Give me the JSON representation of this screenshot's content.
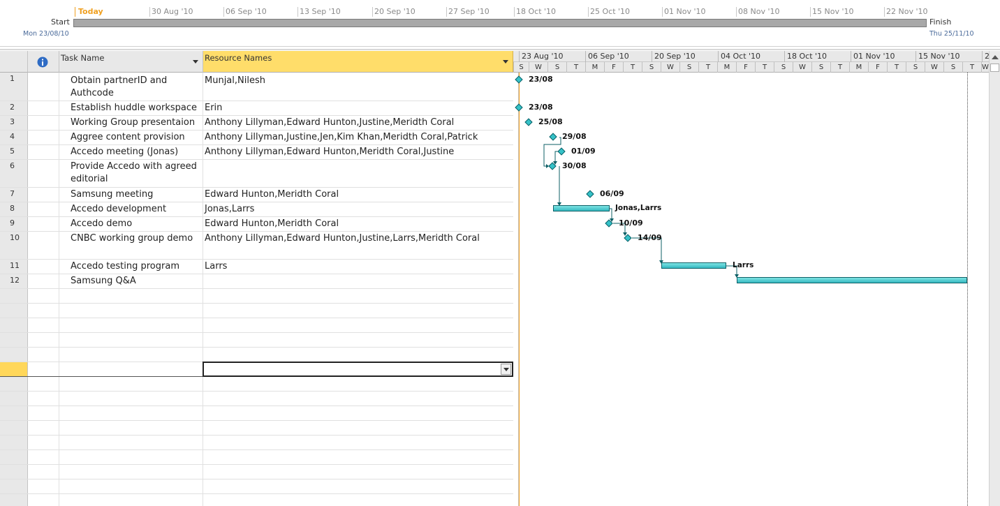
{
  "timeline": {
    "today_label": "Today",
    "dates": [
      "30 Aug '10",
      "06 Sep '10",
      "13 Sep '10",
      "20 Sep '10",
      "27 Sep '10",
      "18 Oct '10",
      "25 Oct '10",
      "01 Nov '10",
      "08 Nov '10",
      "15 Nov '10",
      "22 Nov '10"
    ],
    "start_label": "Start",
    "start_date": "Mon 23/08/10",
    "finish_label": "Finish",
    "finish_date": "Thu 25/11/10"
  },
  "table": {
    "headers": {
      "task_name": "Task Name",
      "resource_names": "Resource Names"
    },
    "rows": [
      {
        "id": "1",
        "task": "Obtain partnerID and Authcode",
        "resources": "Munjal,Nilesh"
      },
      {
        "id": "2",
        "task": "Establish huddle workspace",
        "resources": "Erin"
      },
      {
        "id": "3",
        "task": "Working Group presentaion",
        "resources": "Anthony Lillyman,Edward Hunton,Justine,Meridth Coral"
      },
      {
        "id": "4",
        "task": "Aggree content provision",
        "resources": "Anthony Lillyman,Justine,Jen,Kim Khan,Meridth Coral,Patrick"
      },
      {
        "id": "5",
        "task": "Accedo meeting (Jonas)",
        "resources": "Anthony Lillyman,Edward Hunton,Meridth Coral,Justine"
      },
      {
        "id": "6",
        "task": "Provide Accedo with agreed editorial",
        "resources": ""
      },
      {
        "id": "7",
        "task": "Samsung meeting",
        "resources": "Edward Hunton,Meridth Coral"
      },
      {
        "id": "8",
        "task": "Accedo development",
        "resources": "Jonas,Larrs"
      },
      {
        "id": "9",
        "task": "Accedo demo",
        "resources": "Edward Hunton,Meridth Coral"
      },
      {
        "id": "10",
        "task": "CNBC working group demo",
        "resources": "Anthony Lillyman,Edward Hunton,Justine,Larrs,Meridth Coral"
      },
      {
        "id": "11",
        "task": "Accedo testing program",
        "resources": "Larrs"
      },
      {
        "id": "12",
        "task": "Samsung Q&A",
        "resources": ""
      }
    ]
  },
  "gantt": {
    "major_scale": [
      "23 Aug '10",
      "06 Sep '10",
      "20 Sep '10",
      "04 Oct '10",
      "18 Oct '10",
      "01 Nov '10",
      "15 Nov '10",
      "2"
    ],
    "minor_scale": [
      "S",
      "W",
      "S",
      "T",
      "M",
      "F",
      "T",
      "S",
      "W",
      "S",
      "T",
      "M",
      "F",
      "T",
      "S",
      "W",
      "S",
      "T",
      "M",
      "F",
      "T",
      "S",
      "W",
      "S",
      "T",
      "W"
    ],
    "labels": {
      "r1": "23/08",
      "r2": "23/08",
      "r3": "25/08",
      "r4": "29/08",
      "r5": "01/09",
      "r6": "30/08",
      "r7": "06/09",
      "r8": "Jonas,Larrs",
      "r9": "10/09",
      "r10": "14/09",
      "r11": "Larrs"
    },
    "colors": {
      "bar": "#35b8c0",
      "milestone": "#35c2c8",
      "link": "#0d5f66"
    }
  }
}
